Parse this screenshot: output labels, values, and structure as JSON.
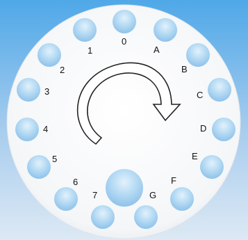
{
  "dial": {
    "position_labels": [
      {
        "key": "0",
        "text": "0"
      },
      {
        "key": "A",
        "text": "A"
      },
      {
        "key": "B",
        "text": "B"
      },
      {
        "key": "C",
        "text": "C"
      },
      {
        "key": "D",
        "text": "D"
      },
      {
        "key": "E",
        "text": "E"
      },
      {
        "key": "F",
        "text": "F"
      },
      {
        "key": "G",
        "text": "G"
      },
      {
        "key": "7",
        "text": "7"
      },
      {
        "key": "6",
        "text": "6"
      },
      {
        "key": "5",
        "text": "5"
      },
      {
        "key": "4",
        "text": "4"
      },
      {
        "key": "3",
        "text": "3"
      },
      {
        "key": "2",
        "text": "2"
      },
      {
        "key": "1",
        "text": "1"
      }
    ],
    "rotation_direction": "clockwise",
    "colors": {
      "background_top": "#4fa8e8",
      "background_bottom": "#d6e6f3",
      "disc": "#f7f8fa",
      "hole": "#a9d3f1",
      "arrow_fill": "#ffffff",
      "arrow_stroke": "#222222",
      "label": "#111111"
    }
  }
}
